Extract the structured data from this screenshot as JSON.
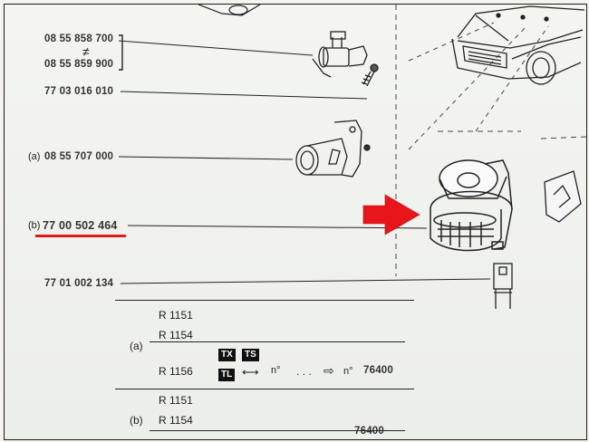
{
  "parts": {
    "row1_a": "08 55 858 700",
    "row1_b": "08 55 859 900",
    "row2": "77 03 016 010",
    "row3_prefix": "(a)",
    "row3": "08 55 707 000",
    "row4_prefix": "(b)",
    "row4": "77 00 502 464",
    "row5": "77 01 002 134"
  },
  "table": {
    "a_label": "(a)",
    "a_models": [
      "R 1151",
      "R 1154",
      "R 1156"
    ],
    "b_label": "(b)",
    "b_models": [
      "R 1151",
      "R 1154"
    ],
    "badges": [
      "TX",
      "TS",
      "TL"
    ],
    "serial_prefix": "n°",
    "dots": ". . .",
    "serial_arrow_prefix": "n°",
    "serial_number": "76400",
    "b_serial_number": "76400"
  },
  "colors": {
    "highlight_underline": "#e0191b",
    "pointer_arrow": "#e8161a"
  }
}
